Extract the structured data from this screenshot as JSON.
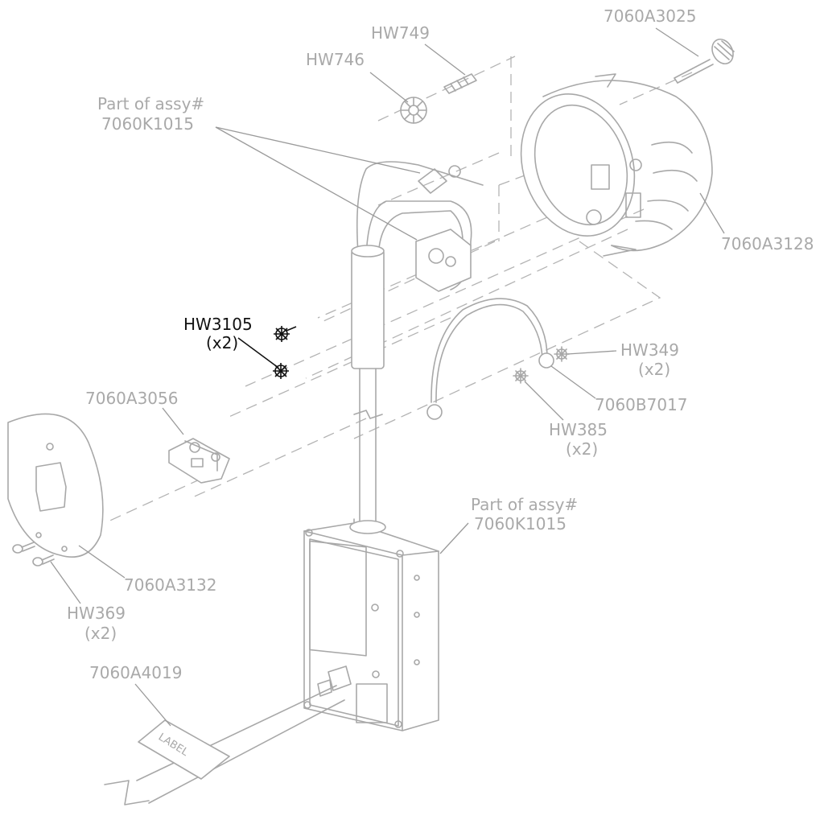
{
  "colors": {
    "line": "#a8a8a8",
    "label": "#a9a9a9",
    "highlight": "#111111"
  },
  "labels": {
    "l_7060A3025": "7060A3025",
    "l_HW749": "HW749",
    "l_HW746": "HW746",
    "l_assy1_a": "Part of assy#",
    "l_assy1_b": "7060K1015",
    "l_7060A3128": "7060A3128",
    "l_HW3105_a": "HW3105",
    "l_HW3105_b": "(x2)",
    "l_HW349_a": "HW349",
    "l_HW349_b": "(x2)",
    "l_7060B7017": "7060B7017",
    "l_HW385_a": "HW385",
    "l_HW385_b": "(x2)",
    "l_7060A3056": "7060A3056",
    "l_assy2_a": "Part of assy#",
    "l_assy2_b": "7060K1015",
    "l_7060A3132": "7060A3132",
    "l_HW369_a": "HW369",
    "l_HW369_b": "(x2)",
    "l_7060A4019": "7060A4019",
    "label_tag": "LABEL"
  }
}
